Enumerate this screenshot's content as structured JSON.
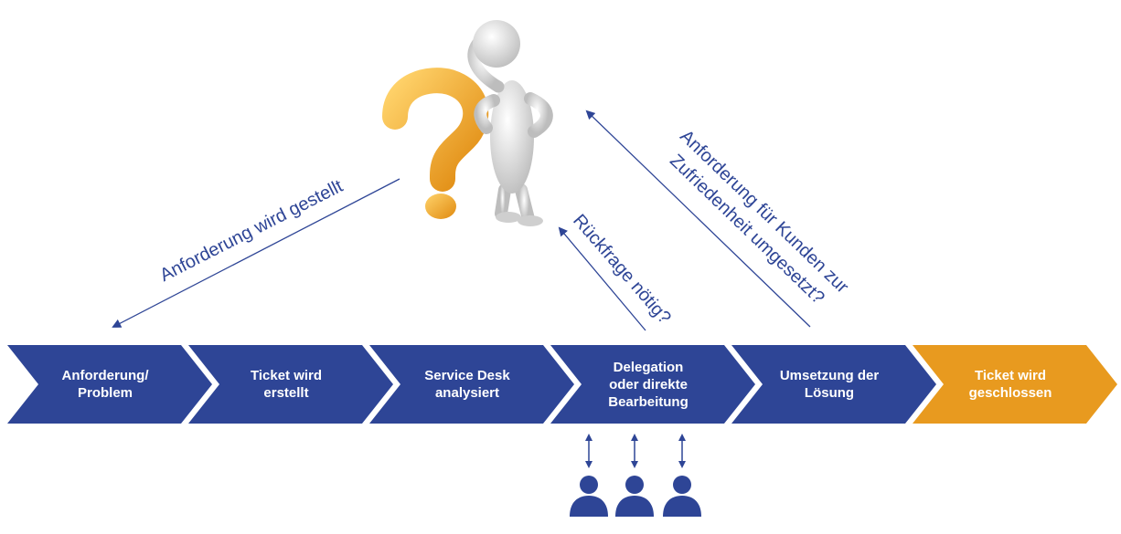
{
  "steps": [
    {
      "lines": [
        "Anforderung/",
        "Problem"
      ],
      "color": "#2e4596"
    },
    {
      "lines": [
        "Ticket wird",
        "erstellt"
      ],
      "color": "#2e4596"
    },
    {
      "lines": [
        "Service Desk",
        "analysiert"
      ],
      "color": "#2e4596"
    },
    {
      "lines": [
        "Delegation",
        "oder direkte",
        "Bearbeitung"
      ],
      "color": "#2e4596"
    },
    {
      "lines": [
        "Umsetzung der",
        "Lösung"
      ],
      "color": "#2e4596"
    },
    {
      "lines": [
        "Ticket wird",
        "geschlossen"
      ],
      "color": "#e89a1f"
    }
  ],
  "annotations": {
    "request": "Anforderung wird gestellt",
    "query": "Rückfrage nötig?",
    "fulfilled_line1": "Anforderung für Kunden zur",
    "fulfilled_line2": "Zufriedenheit umgesetzt?"
  },
  "icons": {
    "central_figure": "thinking-person-with-question-mark-icon",
    "person": "person-icon",
    "arrow": "double-arrow-icon"
  },
  "colors": {
    "primary": "#2e4596",
    "accent": "#e89a1f",
    "figure": "#e6e6e6"
  }
}
